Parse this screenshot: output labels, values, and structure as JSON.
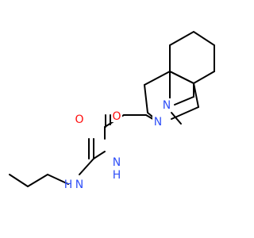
{
  "molecule": {
    "atoms": [
      {
        "id": "O1",
        "label": "O",
        "color": "#ff0d0d"
      },
      {
        "id": "N1",
        "label": "N",
        "color": "#3050f8"
      },
      {
        "id": "O2",
        "label": "O",
        "color": "#ff0d0d"
      },
      {
        "id": "N2",
        "label": "H",
        "color": "#3050f8",
        "hidden": true
      },
      {
        "id": "N3",
        "label": "N",
        "color": "#3050f8"
      },
      {
        "id": "N4",
        "label": "N",
        "color": "#3050f8"
      }
    ],
    "labels": {
      "o_top": "O",
      "nh_mid": "N",
      "nh_mid_h": "H",
      "o_left": "O",
      "nh_bottom": "N",
      "nh_bottom_h": "H",
      "n_ring_1": "N",
      "n_ring_2": "N"
    },
    "colors": {
      "bond": "#000000",
      "oxygen": "#ff0d0d",
      "nitrogen": "#3050f8"
    }
  }
}
